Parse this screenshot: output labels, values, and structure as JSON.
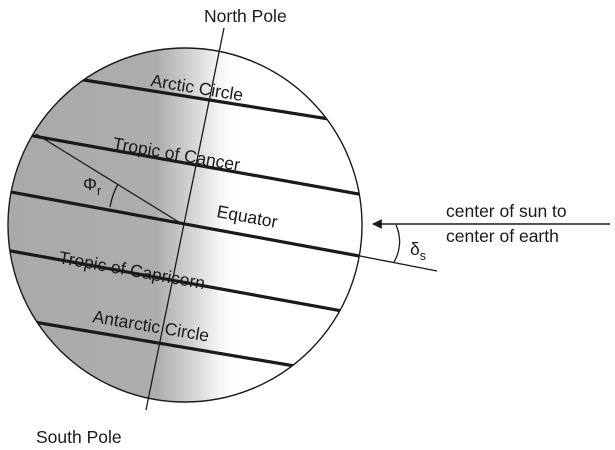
{
  "labels": {
    "north_pole": "North Pole",
    "south_pole": "South Pole",
    "arctic_circle": "Arctic Circle",
    "tropic_of_cancer": "Tropic of Cancer",
    "equator": "Equator",
    "tropic_of_capricorn": "Tropic of Capricorn",
    "antarctic_circle": "Antarctic Circle",
    "sun_ray_line1": "center of sun to",
    "sun_ray_line2": "center of earth",
    "phi_symbol": "Φ",
    "phi_subscript": "r",
    "delta_symbol": "δ",
    "delta_subscript": "s"
  },
  "colors": {
    "night_shade": "#a9a9a9",
    "day": "#ffffff",
    "ink": "#1a1a1a"
  }
}
